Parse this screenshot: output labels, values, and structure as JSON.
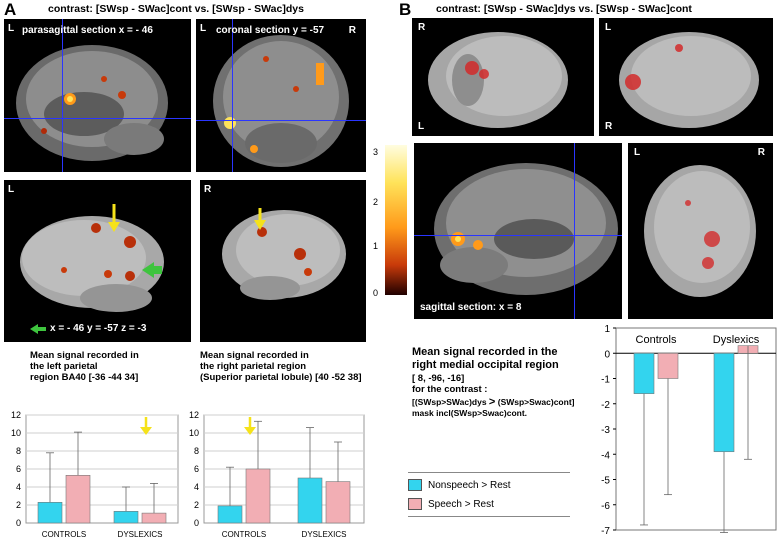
{
  "panel_a": {
    "letter": "A",
    "contrast": "contrast: [SWsp - SWac]cont vs. [SWsp - SWac]dys",
    "parasagittal": {
      "label": "parasagittal section x = - 46",
      "corner": "L"
    },
    "coronal": {
      "label": "coronal section y = -57",
      "corner_left": "L",
      "corner_right": "R"
    },
    "render_left_corner": "L",
    "render_right_corner": "R",
    "coords_label": "x = - 46 y = -57 z = -3"
  },
  "panel_b": {
    "letter": "B",
    "contrast": "contrast: [SWsp - SWac]dys vs. [SWsp - SWac]cont",
    "top_left": {
      "top": "R",
      "bottom": "L"
    },
    "top_right": {
      "top": "L",
      "bottom": "R"
    },
    "sagittal_label": "sagittal section: x = 8",
    "posterior": {
      "left": "L",
      "right": "R"
    },
    "colorbar_ticks": [
      "3",
      "2",
      "1",
      "0"
    ]
  },
  "caption_left_parietal": {
    "line1": "Mean signal recorded in",
    "line2": "the left parietal",
    "line3": "region BA40  [-36 -44 34]"
  },
  "caption_right_parietal": {
    "line1": "Mean signal recorded in",
    "line2": "the right parietal region",
    "line3": "(Superior parietal lobule) [40 -52 38]"
  },
  "caption_occipital": {
    "line1": "Mean signal recorded in the",
    "line2": "right medial occipital region",
    "line3": "[ 8, -96, -16]",
    "line4": "for the contrast :",
    "line5a": "[(SWsp>SWac)dys",
    "line5b": ">",
    "line5c": "(SWsp>Swac)cont]",
    "line6": "mask incl(SWsp>Swac)cont."
  },
  "legend": {
    "nonspeech": "Nonspeech > Rest",
    "speech": "Speech > Rest"
  },
  "colors": {
    "nonspeech": "#33d4ee",
    "speech": "#f2aeb4",
    "crosshair": "#2a35ff",
    "arrow_yellow": "#f5e21a",
    "arrow_green": "#3ec43e"
  },
  "chart_data": [
    {
      "type": "bar",
      "categories": [
        "CONTROLS",
        "DYSLEXICS"
      ],
      "series": [
        {
          "values": [
            2.3,
            1.3
          ],
          "errors": [
            5.5,
            2.7
          ]
        },
        {
          "values": [
            5.3,
            1.1
          ],
          "errors": [
            4.8,
            3.3
          ]
        }
      ],
      "ylim": [
        0,
        12
      ],
      "yticks": [
        "0",
        "2",
        "4",
        "6",
        "8",
        "10",
        "12"
      ]
    },
    {
      "type": "bar",
      "categories": [
        "CONTROLS",
        "DYSLEXICS"
      ],
      "series": [
        {
          "values": [
            1.9,
            5.0
          ],
          "errors": [
            4.3,
            5.6
          ]
        },
        {
          "values": [
            6.0,
            4.6
          ],
          "errors": [
            5.3,
            4.4
          ]
        }
      ],
      "ylim": [
        0,
        12
      ],
      "yticks": [
        "0",
        "2",
        "4",
        "6",
        "8",
        "10",
        "12"
      ]
    },
    {
      "type": "bar",
      "categories": [
        "Controls",
        "Dyslexics"
      ],
      "series": [
        {
          "values": [
            -1.6,
            -3.9
          ],
          "errors": [
            5.2,
            3.2
          ]
        },
        {
          "values": [
            -1.0,
            0.3
          ],
          "errors": [
            4.6,
            4.5
          ]
        }
      ],
      "ylim": [
        -7,
        1
      ],
      "yticks": [
        "1",
        "0",
        "-1",
        "-2",
        "-3",
        "-4",
        "-5",
        "-6",
        "-7"
      ]
    }
  ]
}
